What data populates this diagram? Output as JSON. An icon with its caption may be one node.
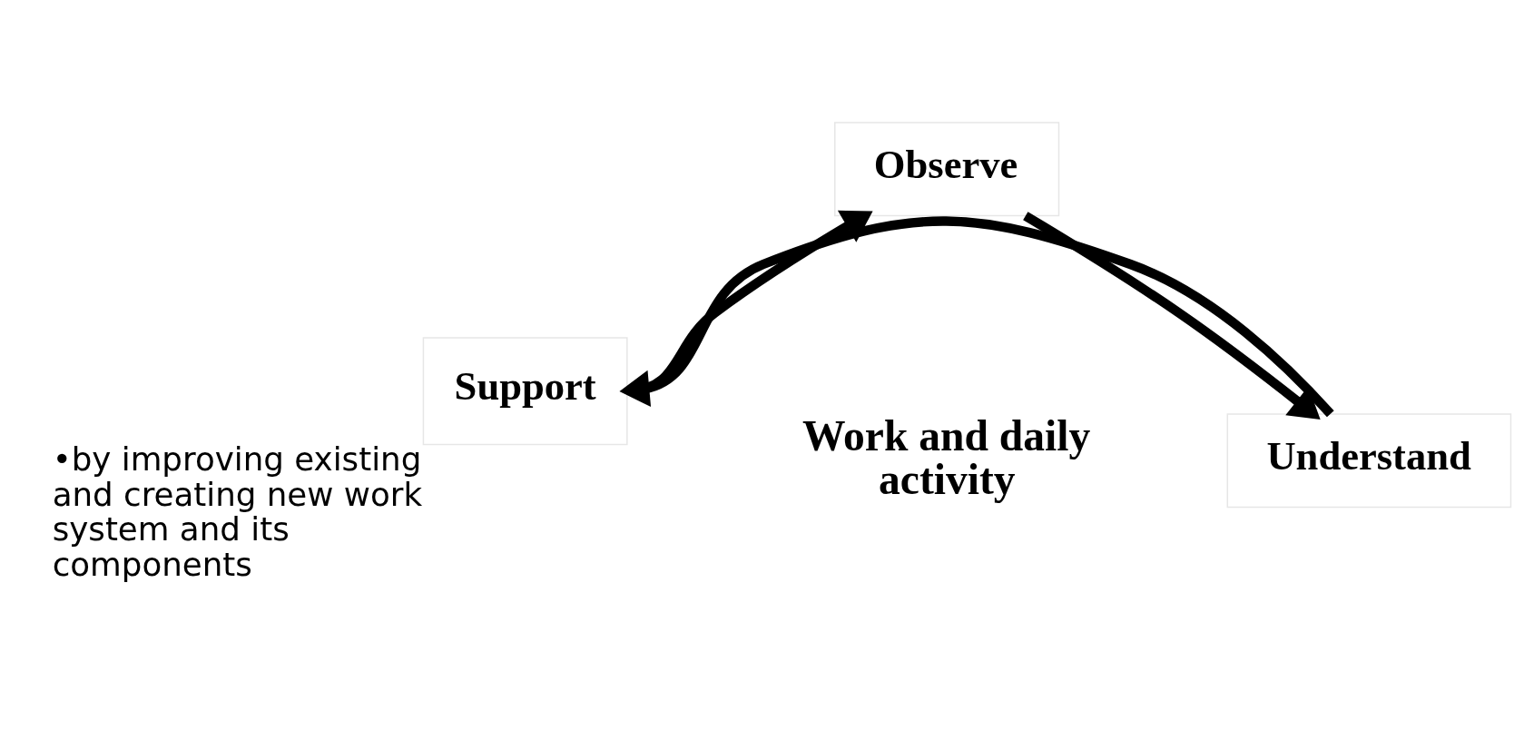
{
  "diagram": {
    "nodes": [
      {
        "text": [
          "Observe"
        ]
      },
      {
        "text": [
          "Understand"
        ]
      },
      {
        "text": [
          "Support"
        ],
        "beside": [
          "•by improving existing and creating new work system and its components"
        ]
      }
    ],
    "edges": [
      {
        "from": 0,
        "to": 1,
        "arrow": "to"
      },
      {
        "from": 1,
        "to": 2,
        "arrow": "to"
      },
      {
        "from": 2,
        "to": 0,
        "arrow": "to"
      }
    ],
    "labels": [
      "Work and daily activity"
    ]
  }
}
